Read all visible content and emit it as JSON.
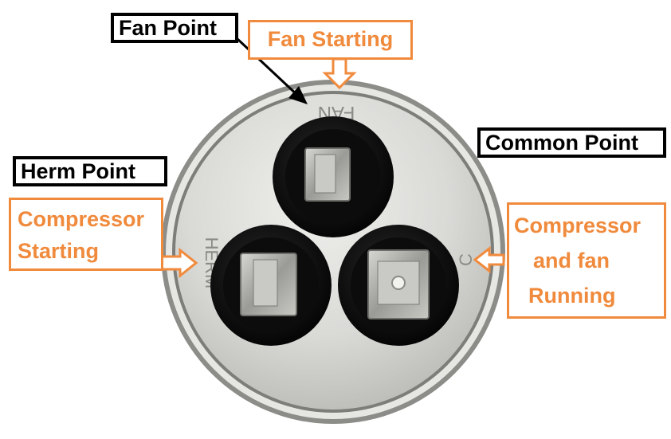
{
  "labels": {
    "fan_point": "Fan Point",
    "fan_starting": "Fan Starting",
    "common_point": "Common Point",
    "herm_point": "Herm Point",
    "compressor_starting": [
      "Compressor",
      "Starting"
    ],
    "compressor_fan_running": [
      "Compressor",
      "and fan",
      "Running"
    ]
  },
  "stamped_text": {
    "fan": "FAN",
    "herm": "HERM",
    "common": "C"
  },
  "colors": {
    "label_orange": "#f08a3c",
    "label_black": "#000000",
    "arrow_orange": "#f08a3c",
    "can_face": "#d9d9d6",
    "terminal_body": "#111111",
    "terminal_metal": "#b8b8b4"
  }
}
